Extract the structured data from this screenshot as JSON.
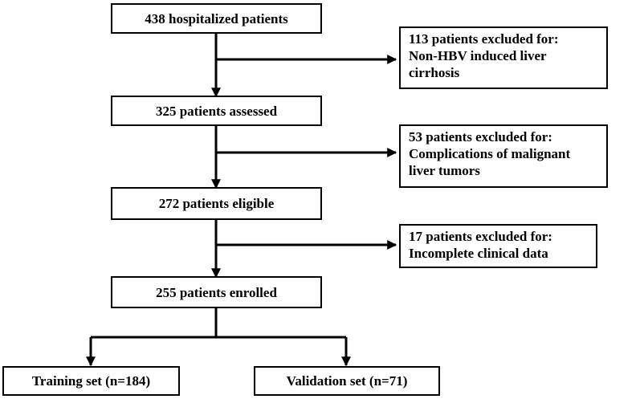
{
  "flowchart": {
    "main_steps": [
      "438 hospitalized patients",
      "325 patients assessed",
      "272 patients eligible",
      "255 patients enrolled"
    ],
    "exclusions": [
      {
        "line1": "113 patients excluded for:",
        "line2": "Non-HBV induced liver",
        "line3": "cirrhosis"
      },
      {
        "line1": "53 patients excluded for:",
        "line2": "Complications of malignant",
        "line3": "liver tumors"
      },
      {
        "line1": "17 patients excluded for:",
        "line2": "Incomplete clinical data"
      }
    ],
    "splits": [
      "Training set (n=184)",
      "Validation set (n=71)"
    ]
  }
}
